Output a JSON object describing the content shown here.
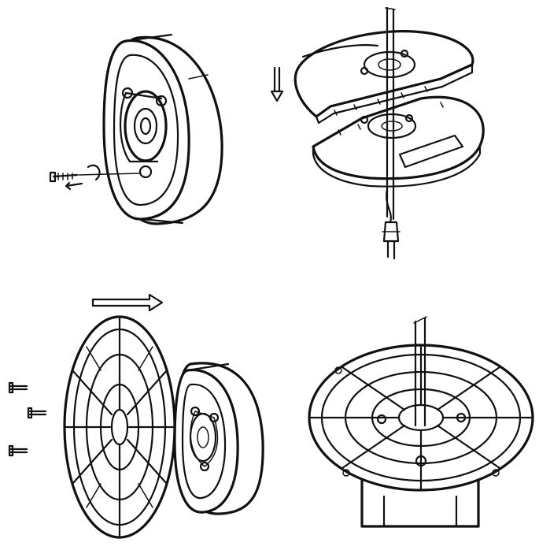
{
  "diagram": {
    "panels": [
      {
        "id": "motor-housing",
        "icon": "motor-housing-with-screw-icon"
      },
      {
        "id": "base-assembly",
        "icon": "split-base-plates-icon"
      },
      {
        "id": "rear-grill-mount",
        "icon": "rear-grill-and-motor-icon"
      },
      {
        "id": "assembled-base",
        "icon": "assembled-base-with-grill-icon"
      }
    ],
    "colors": {
      "ink": "#111111",
      "background": "#ffffff"
    }
  }
}
